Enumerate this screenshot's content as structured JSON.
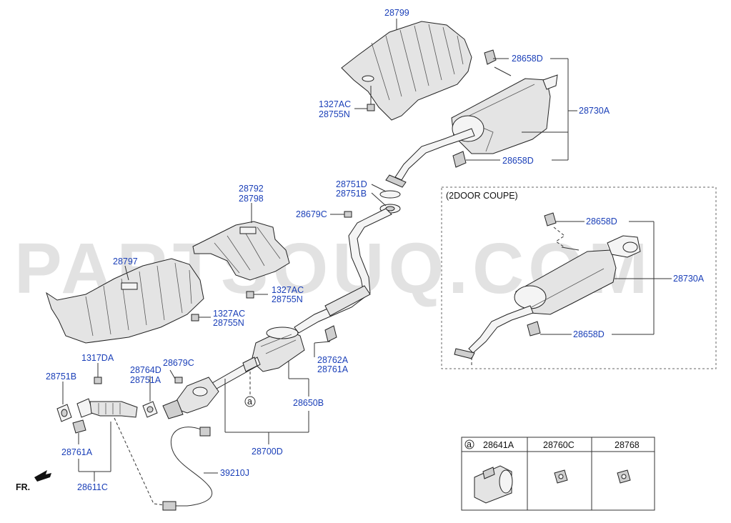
{
  "watermark": "PARTSOUQ.COM",
  "coupe_box_title": "(2DOOR COUPE)",
  "direction_label": "FR.",
  "circle_marker": "a",
  "part_labels": {
    "p28799": "28799",
    "p28658D_top": "28658D",
    "p28730A": "28730A",
    "p28658D_mid": "28658D",
    "p1327AC_a": "1327AC",
    "p28755N_a": "28755N",
    "p28751D": "28751D",
    "p28751B_top": "28751B",
    "p28679C_top": "28679C",
    "p28792": "28792",
    "p28798": "28798",
    "p28797": "28797",
    "p1327AC_b": "1327AC",
    "p28755N_b": "28755N",
    "p1327AC_c": "1327AC",
    "p28755N_c": "28755N",
    "p1317DA": "1317DA",
    "p28751B_left": "28751B",
    "p28764D": "28764D",
    "p28751A": "28751A",
    "p28679C_left": "28679C",
    "p28762A": "28762A",
    "p28761A_mid": "28761A",
    "p28650B": "28650B",
    "p28761A_left": "28761A",
    "p28611C": "28611C",
    "p28700D": "28700D",
    "p39210J": "39210J",
    "coupe_28658D_top": "28658D",
    "coupe_28730A": "28730A",
    "coupe_28658D_bottom": "28658D"
  },
  "legend_table": {
    "marker": "a",
    "headers": [
      "28641A",
      "28760C",
      "28768"
    ]
  }
}
